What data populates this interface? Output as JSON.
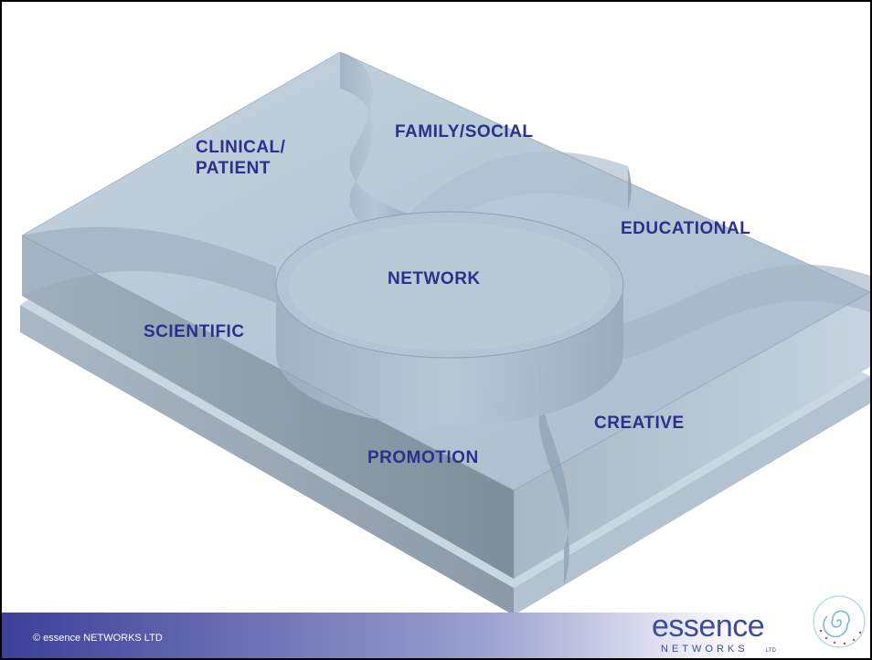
{
  "diagram": {
    "center_label": "NETWORK",
    "segments": [
      {
        "id": "clinical",
        "label_line1": "CLINICAL/",
        "label_line2": "PATIENT"
      },
      {
        "id": "family",
        "label": "FAMILY/SOCIAL"
      },
      {
        "id": "educational",
        "label": "EDUCATIONAL"
      },
      {
        "id": "scientific",
        "label": "SCIENTIFIC"
      },
      {
        "id": "creative",
        "label": "CREATIVE"
      },
      {
        "id": "promotion",
        "label": "PROMOTION"
      }
    ],
    "colors": {
      "label": "#2b2f8f",
      "slab_top": "#b9cad8",
      "slab_front": "#8a9aa8",
      "slab_side": "#a6b6c3"
    }
  },
  "footer": {
    "copyright": "© essence NETWORKS LTD",
    "brand_name": "essence",
    "brand_sub": "NETWORKS",
    "brand_suffix": "LTD",
    "gradient_start": "#3b3f99",
    "gradient_end": "#ffffff"
  },
  "logo": {
    "icon": "spiral-logo-icon"
  }
}
